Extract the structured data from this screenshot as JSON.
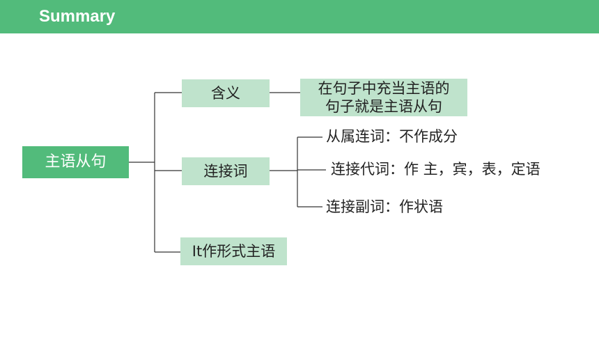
{
  "header": {
    "title": "Summary"
  },
  "diagram": {
    "root": "主语从句",
    "meaning": {
      "label": "含义",
      "definition_line1": "在句子中充当主语的",
      "definition_line2": "句子就是主语从句"
    },
    "connectives": {
      "label": "连接词",
      "items": [
        "从属连词：不作成分",
        "连接代词：作 主，宾，表，定语",
        "连接副词：作状语"
      ]
    },
    "formal_subject": {
      "label": "It作形式主语"
    }
  },
  "colors": {
    "header": "#52bb7b",
    "root_box": "#52bb7b",
    "node_box": "#bfe3cc",
    "line": "#333333"
  }
}
